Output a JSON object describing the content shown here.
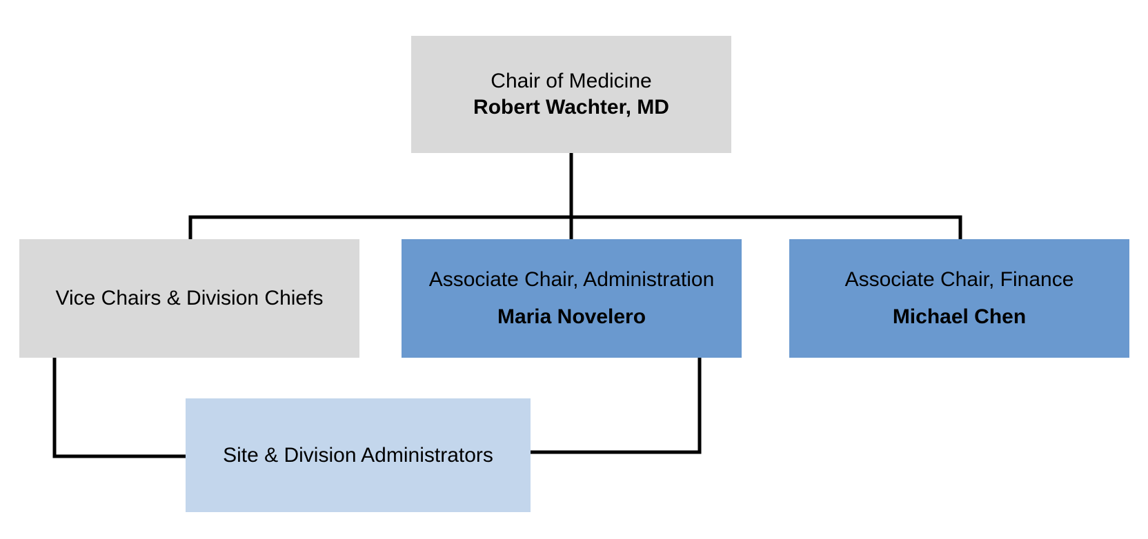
{
  "chair": {
    "role": "Chair of Medicine",
    "name": "Robert Wachter, MD",
    "color": "#d9d9d9"
  },
  "vice_chairs": {
    "role": "Vice Chairs & Division Chiefs",
    "color": "#d9d9d9"
  },
  "associate_admin": {
    "role": "Associate Chair, Administration",
    "name": "Maria Novelero",
    "color": "#6a99cf"
  },
  "associate_finance": {
    "role": "Associate Chair, Finance",
    "name": "Michael Chen",
    "color": "#6a99cf"
  },
  "site_admins": {
    "role": "Site & Division Administrators",
    "color": "#c3d6ec"
  },
  "connector_color": "#000000"
}
